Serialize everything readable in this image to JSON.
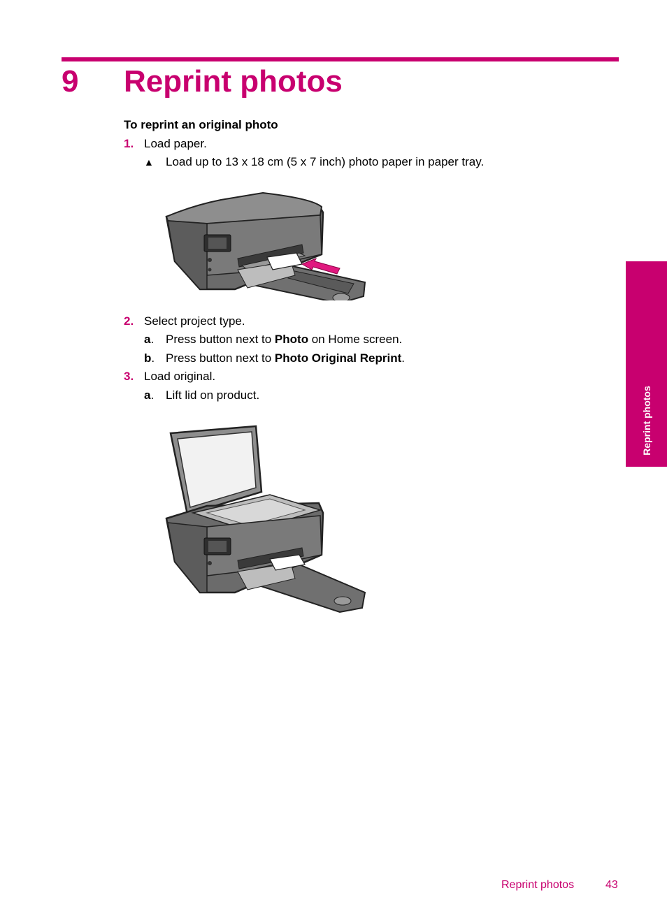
{
  "chapter": {
    "number": "9",
    "title": "Reprint photos"
  },
  "heading": "To reprint an original photo",
  "steps": [
    {
      "num": "1.",
      "text": "Load paper."
    },
    {
      "num": "2.",
      "text": "Select project type."
    },
    {
      "num": "3.",
      "text": "Load original."
    }
  ],
  "step1_bullet": {
    "marker": "▲",
    "text": "Load up to 13 x 18 cm (5 x 7 inch) photo paper in paper tray."
  },
  "step2_sub": [
    {
      "letter": "a",
      "pre": "Press button next to ",
      "bold": "Photo",
      "post": " on Home screen."
    },
    {
      "letter": "b",
      "pre": "Press button next to ",
      "bold": "Photo Original Reprint",
      "post": "."
    }
  ],
  "step3_sub": [
    {
      "letter": "a",
      "text": "Lift lid on product."
    }
  ],
  "side_tab": "Reprint photos",
  "footer": {
    "label": "Reprint photos",
    "page": "43"
  },
  "colors": {
    "accent": "#c8006f",
    "printer_body": "#6b6b6b",
    "printer_dark": "#4a4a4a",
    "printer_light": "#8e8e8e"
  }
}
